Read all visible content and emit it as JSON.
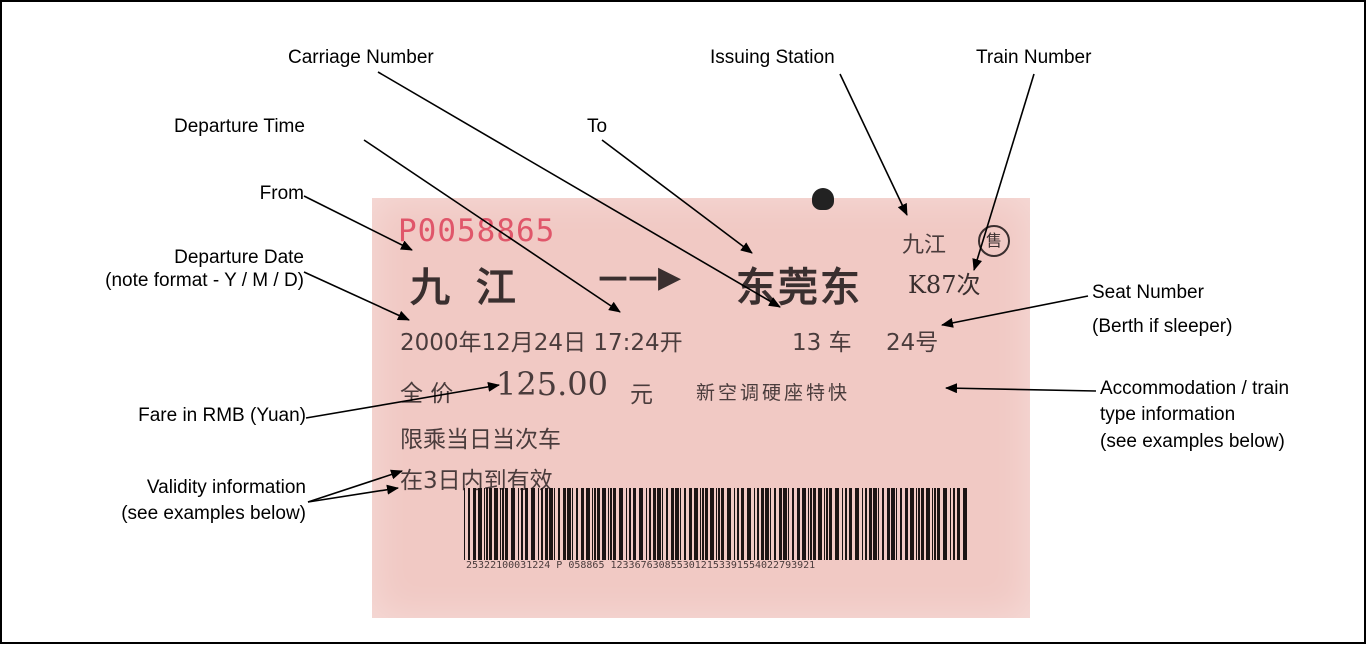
{
  "labels": {
    "carriage_number": "Carriage Number",
    "issuing_station": "Issuing Station",
    "train_number": "Train Number",
    "departure_time": "Departure Time",
    "to": "To",
    "from": "From",
    "departure_date_line1": "Departure Date",
    "departure_date_line2": "(note format - Y / M / D)",
    "seat_number_line1": "Seat Number",
    "seat_number_line2": "(Berth if sleeper)",
    "fare": "Fare in RMB (Yuan)",
    "accommodation_line1": "Accommodation / train",
    "accommodation_line2": "type information",
    "accommodation_line3": "(see examples below)",
    "validity_line1": "Validity information",
    "validity_line2": "(see examples below)"
  },
  "ticket": {
    "serial": "P0058865",
    "issuing_station": "九江",
    "issuing_badge": "售",
    "from_station": "九 江",
    "arrow": "——▶",
    "to_station": "东莞东",
    "train_number": "K87次",
    "date_time_line": "2000年12月24日  17:24开",
    "carriage": "13 车",
    "seat": "24号",
    "fare_prefix": "全  价",
    "fare_amount": "125.00",
    "fare_unit": "元",
    "accommodation": "新空调硬座特快",
    "validity_line1": "限乘当日当次车",
    "validity_line2": "在3日内到有效",
    "barcode_number": "25322100031224   P 058865   1233676308553012153391554022793921"
  },
  "colors": {
    "ticket_background": "#f1c9c4",
    "serial_red": "#e0566a",
    "print_ink": "#3a2f2f"
  }
}
